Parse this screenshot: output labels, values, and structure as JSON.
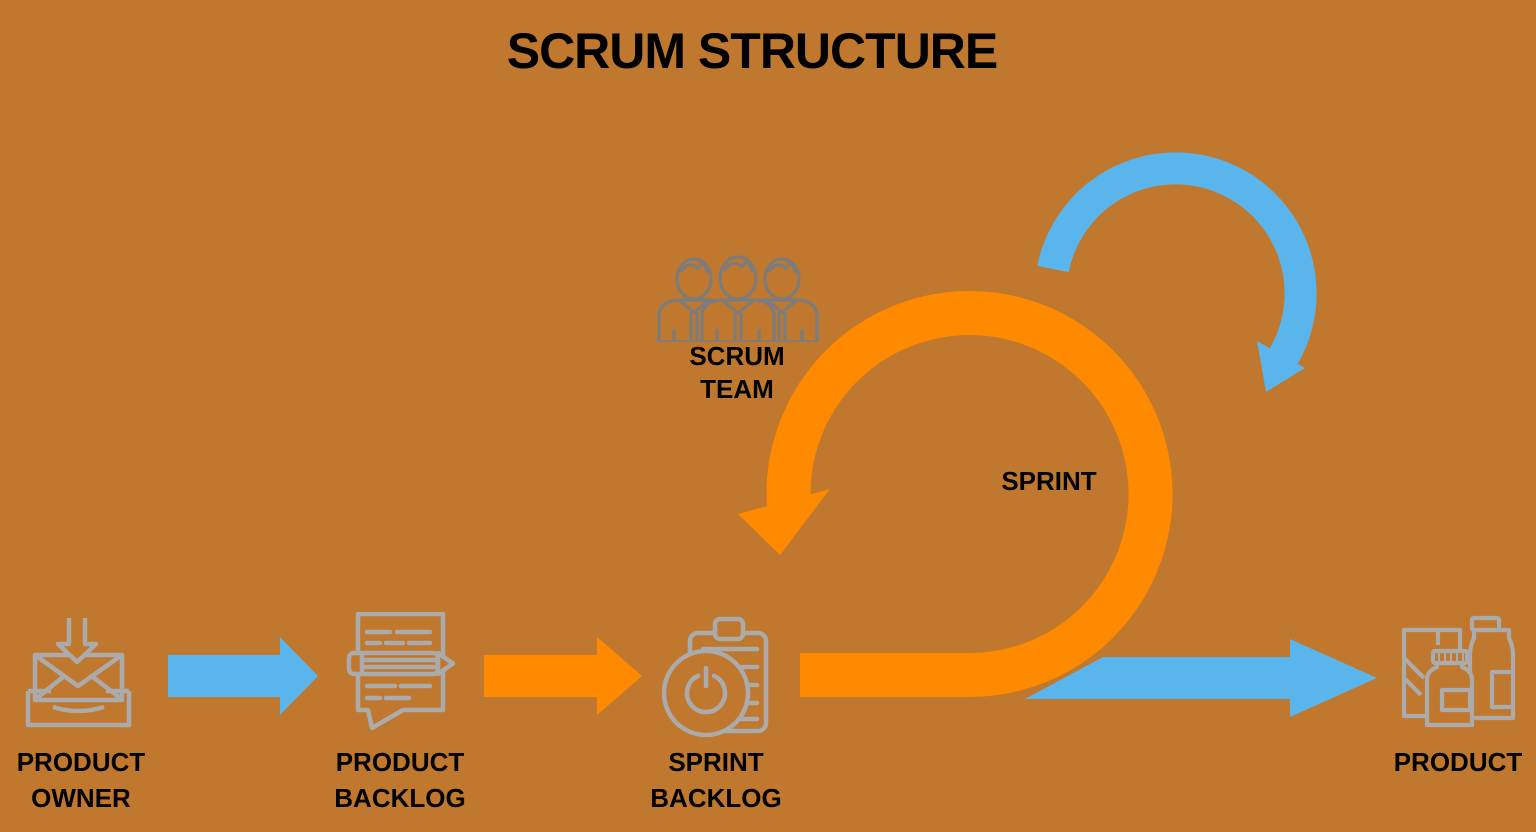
{
  "title": "SCRUM STRUCTURE",
  "colors": {
    "bg": "#C0772E",
    "orange": "#FF8A00",
    "blue": "#5AB5EC",
    "icon_gray": "#ABABAB",
    "team_gray": "#7C7C7C",
    "text": "#000000"
  },
  "nodes": {
    "product_owner": {
      "icon": "inbox-receive-icon",
      "label": [
        "PRODUCT",
        "OWNER"
      ]
    },
    "product_backlog": {
      "icon": "document-pencil-icon",
      "label": [
        "PRODUCT",
        "BACKLOG"
      ]
    },
    "sprint_backlog": {
      "icon": "clipboard-power-icon",
      "label": [
        "SPRINT",
        "BACKLOG"
      ]
    },
    "product": {
      "icon": "goods-icon",
      "label": [
        "PRODUCT"
      ]
    }
  },
  "scrum_team": {
    "icon": "team-icon",
    "label": [
      "SCRUM",
      "TEAM"
    ]
  },
  "sprint_loop_label": "SPRINT"
}
